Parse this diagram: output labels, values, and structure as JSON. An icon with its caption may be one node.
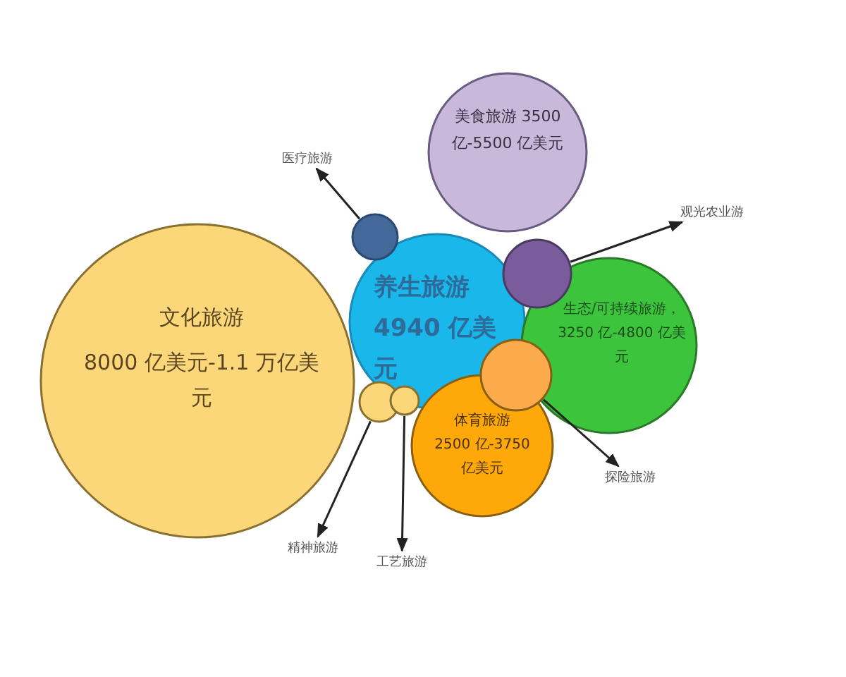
{
  "diagram": {
    "nodes": [
      {
        "text": [
          "文化旅游",
          "8000 亿美元-1.1 万亿美元"
        ]
      },
      {
        "text": [
          "医疗旅游"
        ]
      },
      {
        "text": [],
        "shape": "circle"
      },
      {
        "text": [
          "美食旅游 3500 亿-5500 亿美元"
        ]
      },
      {
        "text": [
          "观光农业游"
        ]
      },
      {
        "text": [
          "养生旅游 4940 亿美元"
        ]
      },
      {
        "text": [],
        "shape": "circle"
      },
      {
        "text": [
          "生态/可持续旅游，3250 亿-4800 亿美元"
        ]
      },
      {
        "text": [],
        "shape": "circle"
      },
      {
        "text": [
          "体育旅游 2500 亿-3750 亿美元"
        ]
      },
      {
        "text": [
          "探险旅游"
        ]
      },
      {
        "text": [],
        "shape": "circle"
      },
      {
        "text": [],
        "shape": "circle"
      },
      {
        "text": [
          "精神旅游"
        ]
      },
      {
        "text": [
          "工艺旅游"
        ]
      }
    ],
    "edges": [
      {
        "from": 2,
        "to": 1,
        "arrow": "to"
      },
      {
        "from": 6,
        "to": 4,
        "arrow": "to"
      },
      {
        "from": 8,
        "to": 10,
        "arrow": "to"
      },
      {
        "from": 11,
        "to": 13,
        "arrow": "to"
      },
      {
        "from": 12,
        "to": 14,
        "arrow": "to"
      }
    ]
  }
}
